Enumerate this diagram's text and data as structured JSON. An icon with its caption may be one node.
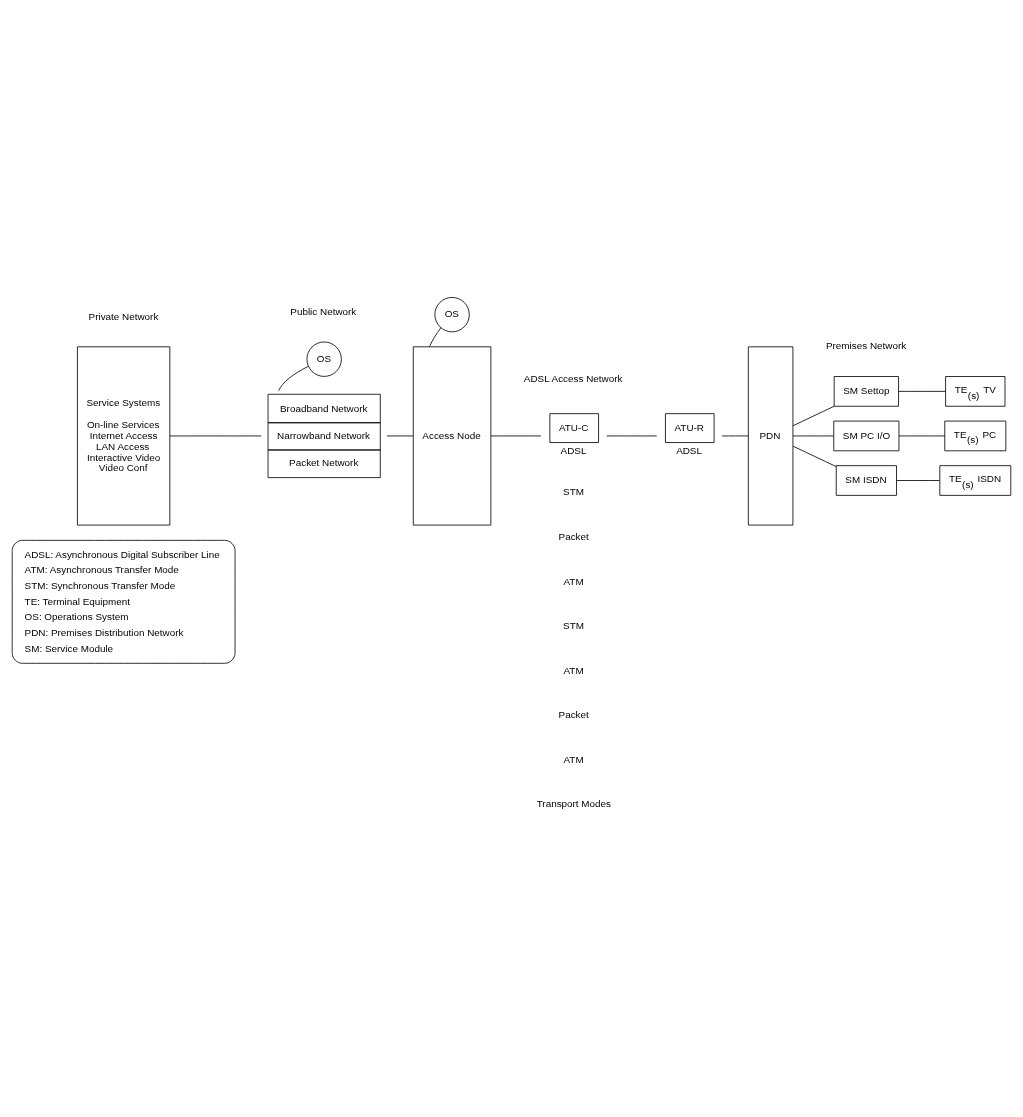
{
  "diagram": {
    "nodes": [
      {
        "text": [
          "OS"
        ]
      },
      {
        "text": [
          "OS"
        ]
      },
      {
        "text": [
          "Service Systems",
          "On-line Services Internet Access LAN Access Interactive Video Video Conf"
        ]
      },
      {
        "text": [
          "Broadband Network",
          "Narrowband Network",
          "Packet Network"
        ]
      },
      {
        "text": [
          "Access Node"
        ]
      },
      {
        "text": [
          "ATU-C"
        ],
        "beside": [
          "ADSL"
        ]
      },
      {
        "text": [
          "ATU-R"
        ],
        "beside": [
          "ADSL"
        ]
      },
      {
        "text": [
          "PDN"
        ]
      },
      {
        "text": [
          "SM Settop"
        ]
      },
      {
        "text": [
          "TE$_{(s)}$ TV"
        ]
      },
      {
        "text": [
          "SM PC I/O"
        ]
      },
      {
        "text": [
          "TE$_{(s)}$ PC"
        ]
      },
      {
        "text": [
          "SM ISDN"
        ]
      },
      {
        "text": [
          "TE$_{(s)}$ ISDN"
        ]
      },
      {
        "text": [
          "ADSL: Asynchronous Digital Subscriber Line",
          "ATM: Asynchronous Transfer Mode",
          "STM: Synchronous Transfer Mode",
          "TE: Terminal Equipment",
          "OS: Operations System",
          "PDN: Premises Distribution Network",
          "SM: Service Module"
        ]
      }
    ],
    "edges": [
      {
        "from": 0,
        "to": 3,
        "arrow": "none"
      },
      {
        "from": 1,
        "to": 4,
        "arrow": "none"
      },
      {
        "from": 2,
        "to": 3,
        "arrow": "none"
      },
      {
        "from": 3,
        "to": 4,
        "arrow": "none"
      },
      {
        "from": 4,
        "to": 5,
        "arrow": "none"
      },
      {
        "from": 5,
        "to": 6,
        "arrow": "none"
      },
      {
        "from": 6,
        "to": 7,
        "arrow": "none"
      },
      {
        "from": 7,
        "to": 8,
        "arrow": "none"
      },
      {
        "from": 8,
        "to": 9,
        "arrow": "none"
      },
      {
        "from": 7,
        "to": 10,
        "arrow": "none"
      },
      {
        "from": 10,
        "to": 11,
        "arrow": "none"
      },
      {
        "from": 7,
        "to": 12,
        "arrow": "none"
      },
      {
        "from": 12,
        "to": 13,
        "arrow": "none"
      }
    ],
    "labels": [
      "Private Network",
      "Public Network",
      "Premises Network",
      "ADSL Access Network",
      "STM",
      "Packet",
      "ATM",
      "STM",
      "ATM",
      "Packet",
      "ATM",
      "Transport Modes"
    ]
  }
}
